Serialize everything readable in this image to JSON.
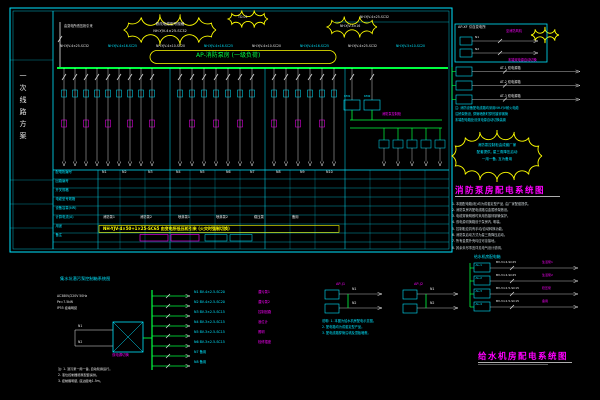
{
  "palette": {
    "background": "#000000",
    "cyan": "#00e5ff",
    "green": "#00ff41",
    "yellow": "#ffff00",
    "magenta": "#ff00ff",
    "white": "#e8e8e8",
    "note_gray": "#cfd8dc"
  },
  "main": {
    "strip_label": "一次线路方案",
    "panel_label": "AP-消防泵房 (一级负荷)",
    "incoming_label": "由变电所低压柜引来",
    "top_tokens": [
      "NH-YJV-4×25-SC32",
      "NH-YJV-4×16-SC25",
      "NH-YJV-4×10-SC20",
      "NH-YJV-4×16-SC25",
      "NH-YJV-4×10-SC20",
      "NH-YJV-4×16-SC25",
      "NH-YJV-4×25-SC32",
      "NH-YJV-5×10-SC20"
    ],
    "cloud1_lines": [
      "修改电缆型号规格",
      "NH-YJV-4×25-SC32"
    ],
    "cloud2_label": "TD-01",
    "cloud3_label": "NH-YJV-4×16",
    "row_headers": [
      "配电柜编号",
      "回路编号",
      "开关规格",
      "电缆型号规格",
      "设备容量(kW)",
      "计算电流(A)",
      "用途",
      "备注"
    ],
    "circuit_tokens": [
      "N1",
      "N2",
      "N3",
      "N4",
      "N5",
      "N6",
      "N7",
      "N8",
      "N9",
      "N10"
    ],
    "usage_tokens": [
      "消防泵1",
      "消防泵2",
      "喷淋泵1",
      "喷淋泵2",
      "稳压泵",
      "备用"
    ],
    "yellow_row": "NH-YJV-4×50+1×25-SC65 由变电所低压柜引来 (火灾时强制切换)",
    "right_section_tokens": [
      "消防泵控制柜",
      "KM1",
      "KM2"
    ]
  },
  "right": {
    "box_title": "AP-XF 引自变电所",
    "box_tokens": [
      "N1",
      "N2"
    ],
    "box_dest": "至消防风机",
    "mid_tokens": [
      "AT-1 双电源箱",
      "AT-2 双电源箱",
      "AT-3 双电源箱"
    ],
    "mid_note": "末端双电源自动切换",
    "notes_top": [
      "注: 消防设备配电线路均采用NH-YJV耐火电缆",
      "沿桥架敷设, 穿管暗敷时穿热镀锌钢管",
      "末端配电箱处设双电源自动切换装置"
    ],
    "cloud_lines": [
      "消防泵控制柜由成套厂家",
      "配套提供, 星三角降压启动",
      "一用一备, 互为备用"
    ],
    "title_fire": "消防泵房配电系统图",
    "notes": [
      "1. 本图配电箱(柜)均为成套定型产品, 由厂家配套提供。",
      "2. 消防泵房内配电线路沿金属桥架敷设。",
      "3. 电缆穿管明敷时采用热镀锌钢管保护。",
      "4. 双电源切换箱设于泵房内, 明装。",
      "5. 控制柜应具有手动/自动转换功能。",
      "6. 消防泵启动方式为星三角降压启动。",
      "7. 所有金属外壳均应可靠接地。",
      "8. 其余未尽事宜详见电气设计说明。"
    ]
  },
  "bottom_left": {
    "header": "集水坑潜污泵控制箱系统图",
    "left_lines": [
      "AC380V/220V 50Hz",
      "Pe=7.5kW",
      "IP55 挂墙明装"
    ],
    "in_tokens": [
      "N1",
      "N2"
    ],
    "box_label": "双电源切换",
    "branches": [
      "N1 BV-4×2.5-SC20",
      "N2 BV-4×2.5-SC20",
      "N3 BV-3×2.5-SC15",
      "N4 BV-3×2.5-SC15",
      "N5 BV-3×2.5-SC15",
      "N6 BV-3×2.5-SC15",
      "N7 备用",
      "N8 备用"
    ],
    "usages": [
      "潜污泵1",
      "潜污泵2",
      "控制回路",
      "液位计",
      "照明",
      "检修插座",
      "",
      ""
    ],
    "notes": [
      "注: 1. 潜污泵一用一备, 自动轮换运行。",
      "2. 液位控制器随泵配套提供。",
      "3. 控制箱明装, 底边距地1.5m。"
    ]
  },
  "bottom_mid": {
    "labels": [
      "AP-J1",
      "AP-J2"
    ],
    "tokens": [
      "N1",
      "N2",
      "N1",
      "N2"
    ],
    "notes": [
      "说明: 1. 本图为给水机房配电示意图。",
      "2. 配电箱均为成套定型产品。",
      "3. 配电线路穿管沿墙及顶板暗敷。"
    ]
  },
  "bottom_right": {
    "header": "给水机房配电箱",
    "rows": [
      "AL-1",
      "AL-2",
      "AL-3",
      "AL-4"
    ],
    "row_tokens": [
      "BV-3×4-SC25",
      "BV-3×4-SC25",
      "BV-3×2.5-SC15",
      "BV-3×2.5-SC15"
    ],
    "ends": [
      "生活泵1",
      "生活泵2",
      "稳压泵",
      "备用"
    ],
    "title_water": "给水机房配电系统图"
  }
}
